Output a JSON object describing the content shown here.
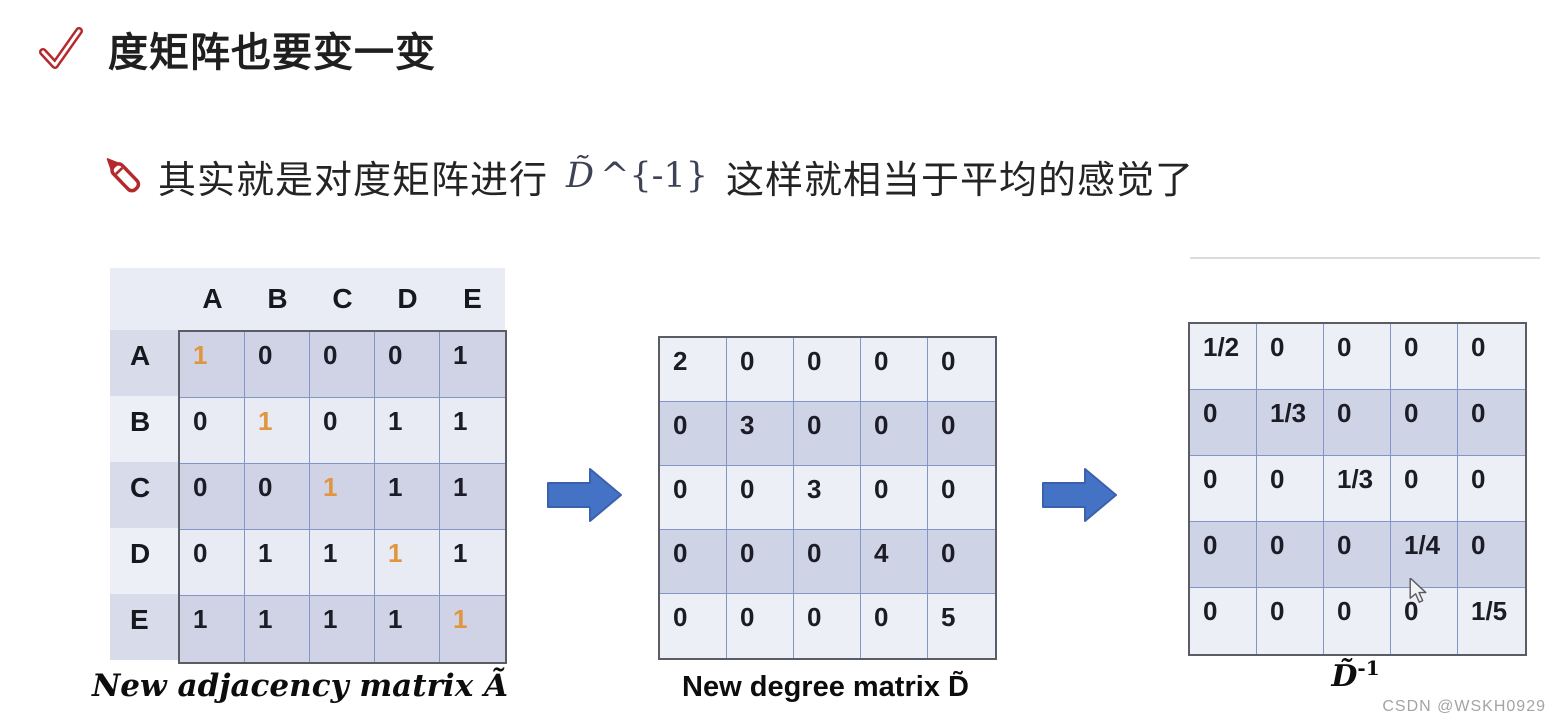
{
  "header": {
    "title": "度矩阵也要变一变",
    "subtitle_prefix": "其实就是对度矩阵进行",
    "formula_base": "D̃",
    "formula_sup": "^{-1}",
    "subtitle_suffix": "这样就相当于平均的感觉了"
  },
  "matrices": {
    "adjacency": {
      "caption": "New adjacency matrix Ã",
      "col_headers": [
        "A",
        "B",
        "C",
        "D",
        "E"
      ],
      "row_headers": [
        "A",
        "B",
        "C",
        "D",
        "E"
      ],
      "rows": [
        [
          "1",
          "0",
          "0",
          "0",
          "1"
        ],
        [
          "0",
          "1",
          "0",
          "1",
          "1"
        ],
        [
          "0",
          "0",
          "1",
          "1",
          "1"
        ],
        [
          "0",
          "1",
          "1",
          "1",
          "1"
        ],
        [
          "1",
          "1",
          "1",
          "1",
          "1"
        ]
      ],
      "highlight_diagonal": true,
      "stripe": "dark-first"
    },
    "degree": {
      "caption": "New degree matrix D̃",
      "rows": [
        [
          "2",
          "0",
          "0",
          "0",
          "0"
        ],
        [
          "0",
          "3",
          "0",
          "0",
          "0"
        ],
        [
          "0",
          "0",
          "3",
          "0",
          "0"
        ],
        [
          "0",
          "0",
          "0",
          "4",
          "0"
        ],
        [
          "0",
          "0",
          "0",
          "0",
          "5"
        ]
      ],
      "highlight_diagonal": false,
      "stripe": "light-first"
    },
    "degree_inverse": {
      "caption_base": "D̃",
      "caption_sup": "-1",
      "rows": [
        [
          "1/2",
          "0",
          "0",
          "0",
          "0"
        ],
        [
          "0",
          "1/3",
          "0",
          "0",
          "0"
        ],
        [
          "0",
          "0",
          "1/3",
          "0",
          "0"
        ],
        [
          "0",
          "0",
          "0",
          "1/4",
          "0"
        ],
        [
          "0",
          "0",
          "0",
          "0",
          "1/5"
        ]
      ],
      "highlight_diagonal": false,
      "stripe": "light-first"
    }
  },
  "colors": {
    "accent_red": "#b5282c",
    "diagonal_orange": "#e0953f",
    "arrow_blue": "#4472c4",
    "grid_line": "#8496c8",
    "outer_border": "#5b5c66"
  },
  "watermark": "CSDN @WSKH0929"
}
